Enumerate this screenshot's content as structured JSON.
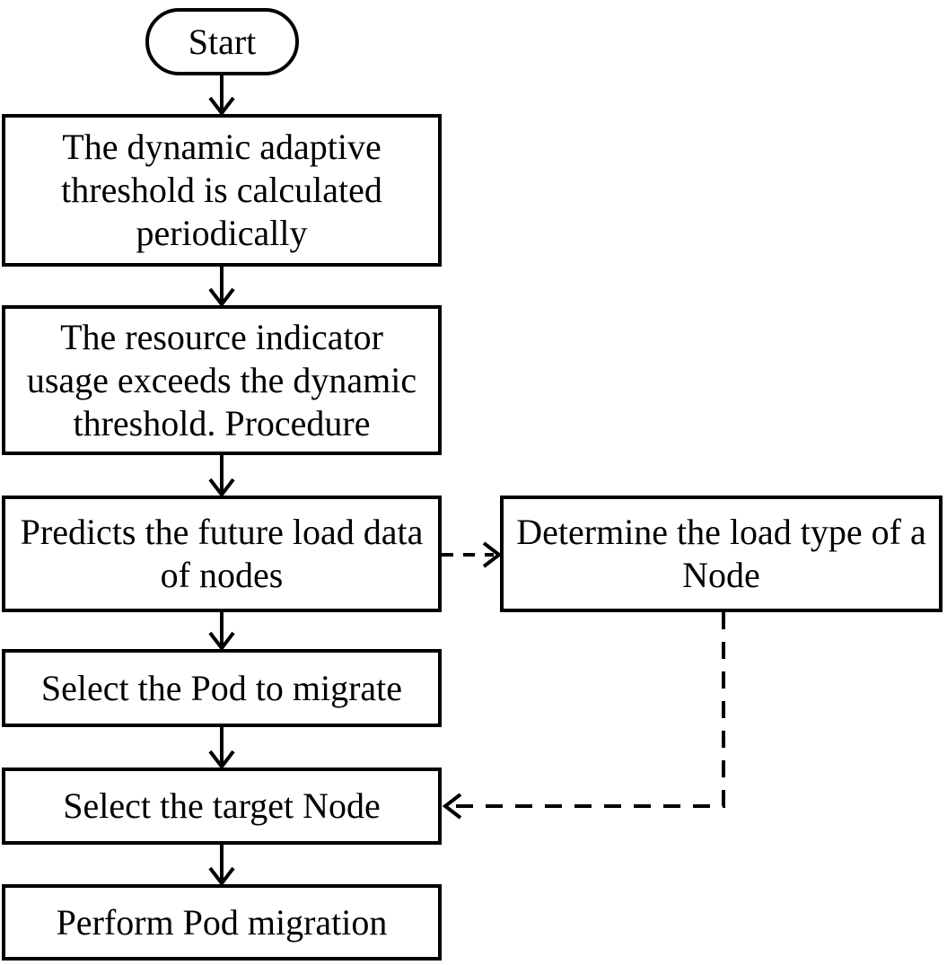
{
  "diagram": {
    "type": "flowchart",
    "background_color": "#ffffff",
    "line_color": "#000000",
    "node_fill_color": "#ffffff",
    "nodes": [
      {
        "id": "start",
        "shape": "terminator",
        "label": "Start",
        "lines": [
          "Start"
        ]
      },
      {
        "id": "calc-threshold",
        "shape": "process",
        "label": "The dynamic adaptive threshold is calculated periodically",
        "lines": [
          "The dynamic adaptive",
          "threshold is calculated",
          "periodically"
        ]
      },
      {
        "id": "exceeds-threshold",
        "shape": "process",
        "label": "The resource indicator usage exceeds the dynamic threshold. Procedure",
        "lines": [
          "The resource indicator",
          "usage exceeds the dynamic",
          "threshold. Procedure"
        ]
      },
      {
        "id": "predict-load",
        "shape": "process",
        "label": "Predicts the future load data of nodes",
        "lines": [
          "Predicts the future load data",
          "of nodes"
        ]
      },
      {
        "id": "determine-load-type",
        "shape": "process",
        "label": "Determine the load type of a Node",
        "lines": [
          "Determine the load type of a",
          "Node"
        ]
      },
      {
        "id": "select-pod",
        "shape": "process",
        "label": "Select the Pod to migrate",
        "lines": [
          "Select the Pod to migrate"
        ]
      },
      {
        "id": "select-target-node",
        "shape": "process",
        "label": "Select the target Node",
        "lines": [
          "Select the target Node"
        ]
      },
      {
        "id": "perform-migration",
        "shape": "process",
        "label": "Perform Pod migration",
        "lines": [
          "Perform Pod migration"
        ]
      }
    ],
    "edges": [
      {
        "from": "start",
        "to": "calc-threshold",
        "style": "solid",
        "direction": "down"
      },
      {
        "from": "calc-threshold",
        "to": "exceeds-threshold",
        "style": "solid",
        "direction": "down"
      },
      {
        "from": "exceeds-threshold",
        "to": "predict-load",
        "style": "solid",
        "direction": "down"
      },
      {
        "from": "predict-load",
        "to": "determine-load-type",
        "style": "dashed",
        "direction": "right"
      },
      {
        "from": "predict-load",
        "to": "select-pod",
        "style": "solid",
        "direction": "down"
      },
      {
        "from": "select-pod",
        "to": "select-target-node",
        "style": "solid",
        "direction": "down"
      },
      {
        "from": "determine-load-type",
        "to": "select-target-node",
        "style": "dashed",
        "direction": "down-left"
      },
      {
        "from": "select-target-node",
        "to": "perform-migration",
        "style": "solid",
        "direction": "down"
      }
    ]
  }
}
